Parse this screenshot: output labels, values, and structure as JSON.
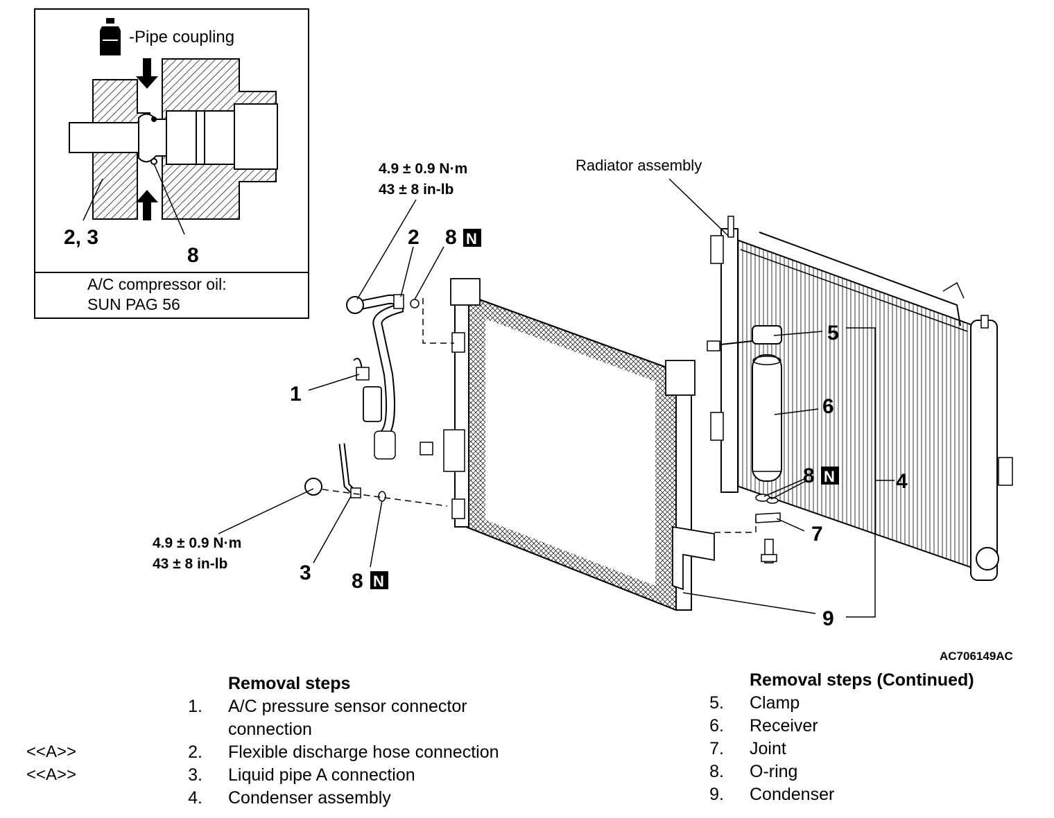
{
  "inset": {
    "coupling_label": "-Pipe coupling",
    "label_parts": "2, 3",
    "label_oring": "8",
    "oil_line1": "A/C compressor oil:",
    "oil_line2": "SUN PAG 56"
  },
  "callouts": {
    "torque_top_line1": "4.9 ± 0.9 N·m",
    "torque_top_line2": "43 ± 8 in-lb",
    "torque_bottom_line1": "4.9 ± 0.9 N·m",
    "torque_bottom_line2": "43 ± 8 in-lb",
    "radiator": "Radiator assembly",
    "n_badge": "N",
    "c1": "1",
    "c2": "2",
    "c3": "3",
    "c4": "4",
    "c5": "5",
    "c6": "6",
    "c7": "7",
    "c8a": "8",
    "c8b": "8",
    "c8c": "8",
    "c9": "9"
  },
  "figure_code": "AC706149AC",
  "steps_left": {
    "title": "Removal steps",
    "items": [
      {
        "ref": "",
        "num": "1.",
        "text": "A/C pressure sensor connector",
        "cont": "connection"
      },
      {
        "ref": "<<A>>",
        "num": "2.",
        "text": "Flexible discharge hose connection"
      },
      {
        "ref": "<<A>>",
        "num": "3.",
        "text": "Liquid pipe A connection"
      },
      {
        "ref": "",
        "num": "4.",
        "text": "Condenser assembly"
      }
    ]
  },
  "steps_right": {
    "title": "Removal steps (Continued)",
    "items": [
      {
        "num": "5.",
        "text": "Clamp"
      },
      {
        "num": "6.",
        "text": "Receiver"
      },
      {
        "num": "7.",
        "text": "Joint"
      },
      {
        "num": "8.",
        "text": "O-ring"
      },
      {
        "num": "9.",
        "text": "Condenser"
      }
    ]
  }
}
